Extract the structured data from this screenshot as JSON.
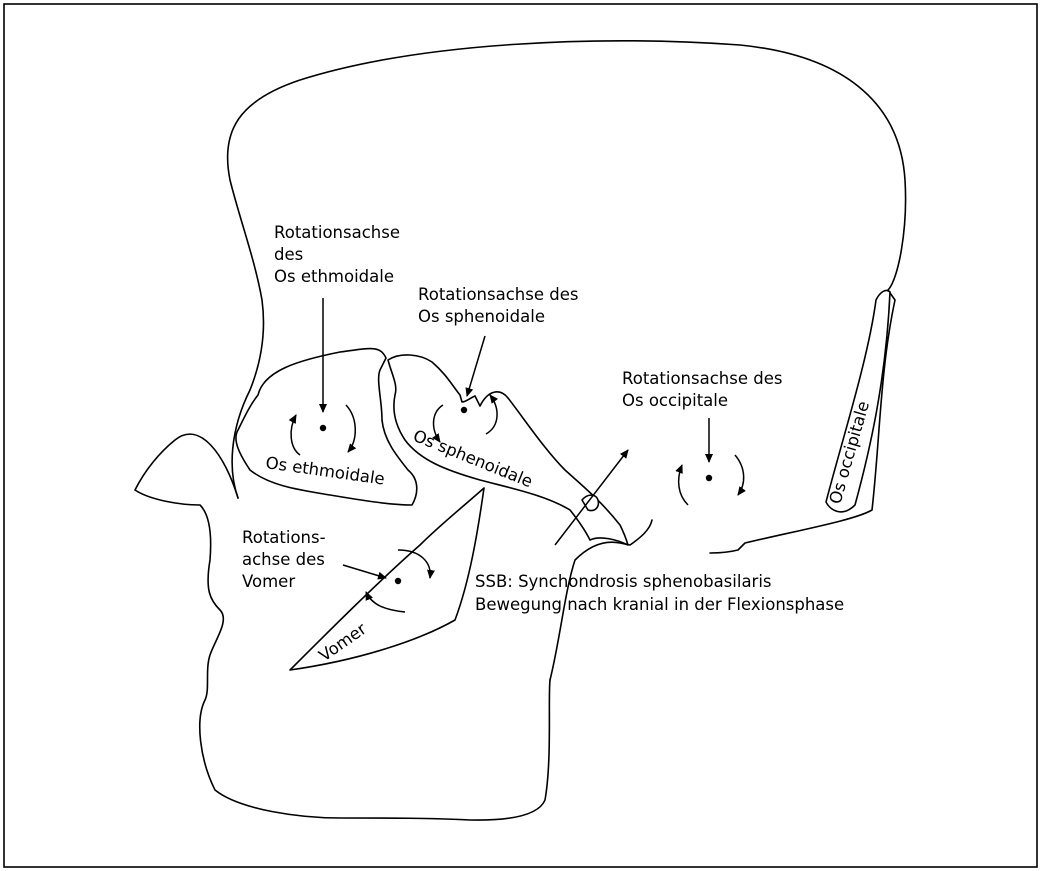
{
  "figure": {
    "frame_color": "#000000",
    "background": "#ffffff"
  },
  "labels": {
    "ethmoid_axis": [
      "Rotationsachse",
      "des",
      "Os ethmoidale"
    ],
    "sphenoid_axis": [
      "Rotationsachse des",
      "Os sphenoidale"
    ],
    "occipital_axis": [
      "Rotationsachse des",
      "Os occipitale"
    ],
    "vomer_axis": [
      "Rotations-",
      "achse des",
      "Vomer"
    ],
    "ssb": [
      "SSB: Synchondrosis sphenobasilaris",
      "Bewegung nach kranial in der Flexionsphase"
    ]
  },
  "bones": {
    "ethmoid": "Os ethmoidale",
    "sphenoid": "Os sphenoidale",
    "occipital": "Os occipitale",
    "vomer": "Vomer"
  }
}
